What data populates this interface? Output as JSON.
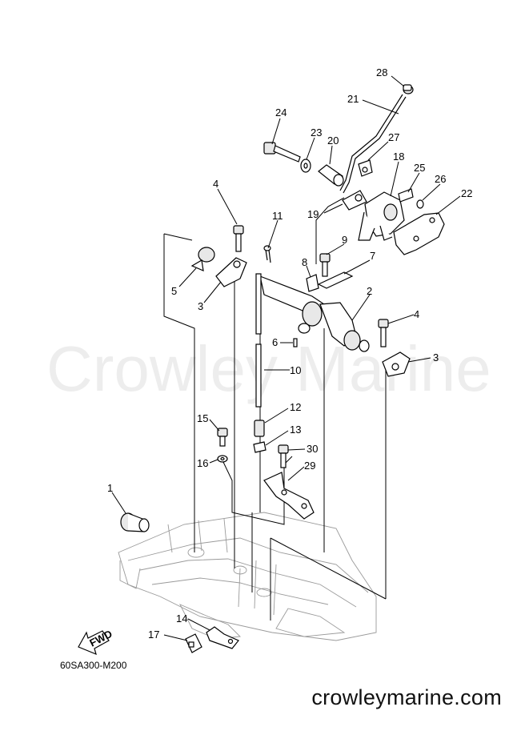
{
  "diagram": {
    "watermark": "Crowley Marine",
    "drawing_code": "60SA300-M200",
    "fwd_label": "FWD",
    "footer": "crowleymarine.com"
  },
  "callouts": {
    "c1": "1",
    "c2": "2",
    "c3a": "3",
    "c3b": "3",
    "c4a": "4",
    "c4b": "4",
    "c5": "5",
    "c6": "6",
    "c7": "7",
    "c8": "8",
    "c9": "9",
    "c10": "10",
    "c11": "11",
    "c12": "12",
    "c13": "13",
    "c14": "14",
    "c15": "15",
    "c16": "16",
    "c17": "17",
    "c18": "18",
    "c19": "19",
    "c20": "20",
    "c21": "21",
    "c22": "22",
    "c23": "23",
    "c24": "24",
    "c25": "25",
    "c26": "26",
    "c27": "27",
    "c28": "28",
    "c29": "29",
    "c30": "30"
  }
}
